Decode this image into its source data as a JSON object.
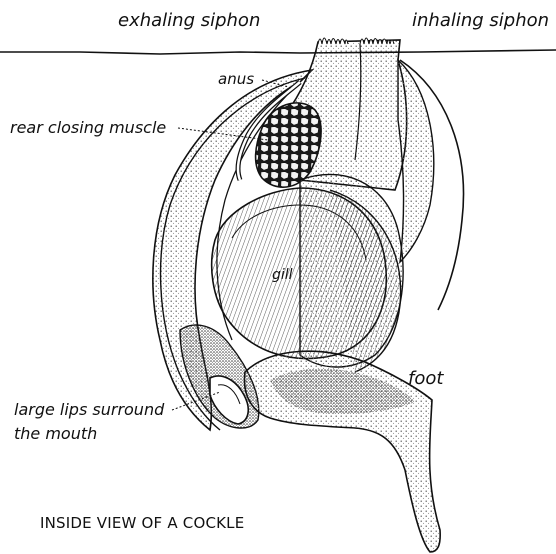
{
  "labels": {
    "exhaling_siphon": "exhaling siphon",
    "inhaling_siphon": "inhaling siphon",
    "anus": "anus",
    "rear_closing_muscle": "rear closing muscle",
    "gill": "gill",
    "foot": "foot",
    "lips_line1": "large lips surround",
    "lips_line2": "the mouth"
  },
  "caption": "INSIDE VIEW OF A COCKLE",
  "colors": {
    "ink": "#111111",
    "background": "#ffffff",
    "stipple": "#8a8a8a"
  }
}
